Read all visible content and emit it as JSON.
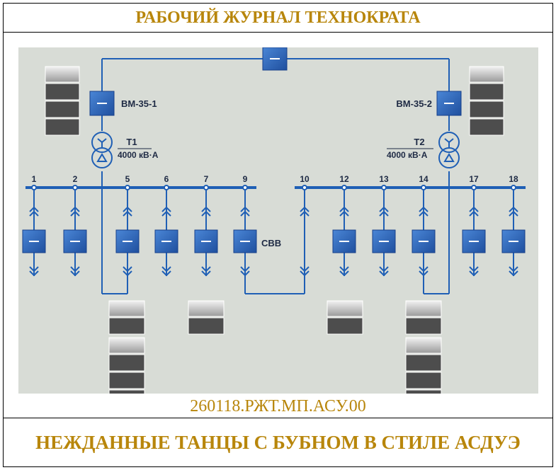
{
  "header": {
    "title": "РАБОЧИЙ ЖУРНАЛ ТЕХНОКРАТА"
  },
  "scheme": {
    "breaker_left": "ВМ-35-1",
    "breaker_right": "ВМ-35-2",
    "transformer_left": {
      "name": "Т1",
      "rating": "4000 кВ·А"
    },
    "transformer_right": {
      "name": "Т2",
      "rating": "4000 кВ·А"
    },
    "coupler_label": "СВВ",
    "feeders_left": [
      "1",
      "2",
      "5",
      "6",
      "7",
      "9"
    ],
    "feeders_right": [
      "10",
      "12",
      "13",
      "14",
      "17",
      "18"
    ]
  },
  "document_code": "260118.РЖТ.МП.АСУ.00",
  "footer": {
    "text": "НЕЖДАННЫЕ ТАНЦЫ С БУБНОМ В СТИЛЕ АСДУЭ"
  },
  "colors": {
    "title": "#b8860b",
    "background": "#d8dcd6",
    "line": "#1f5fb5",
    "breaker": "#2a64b8"
  }
}
